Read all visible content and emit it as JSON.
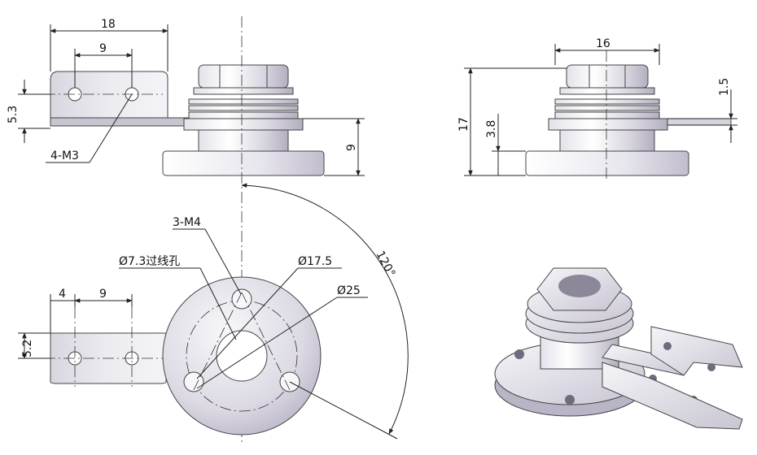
{
  "front_view": {
    "width_18": "18",
    "hole_pitch_9": "9",
    "height_5_3": "5.3",
    "thread_callout": "4-M3",
    "height_9": "9"
  },
  "side_view": {
    "width_16": "16",
    "height_17": "17",
    "height_3_8": "3.8",
    "height_1_5": "1.5"
  },
  "top_view": {
    "mount_thread": "3-M4",
    "cable_hole": "Ø7.3过线孔",
    "bolt_circle": "Ø17.5",
    "outer_diameter": "Ø25",
    "angle": "120°",
    "offset_4": "4",
    "hole_pitch_9": "9",
    "height_5_2": "5.2"
  },
  "colors": {
    "metal_light": "#f2f2f6",
    "metal_mid": "#d8d6e0",
    "metal_dark": "#a8a4b4",
    "line": "#222222"
  }
}
